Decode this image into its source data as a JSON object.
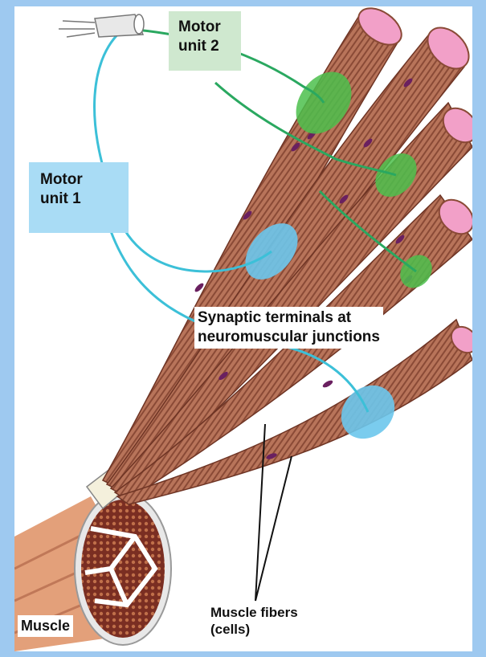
{
  "labels": {
    "motor_unit_2": [
      "Motor",
      "unit 2"
    ],
    "motor_unit_1": [
      "Motor",
      "unit 1"
    ],
    "synaptic": [
      "Synaptic terminals at",
      "neuromuscular junctions"
    ],
    "muscle_fibers": [
      "Muscle fibers",
      "(cells)"
    ],
    "muscle": "Muscle"
  },
  "colors": {
    "frame": "#9ec9f0",
    "fiber": "#b8745a",
    "fiber_stripe": "#8a4a36",
    "fiber_end": "#f2a0c8",
    "motor_unit_1_axon": "#3cc0d8",
    "motor_unit_2_axon": "#2aa860",
    "terminal_1": "#6cc6ec",
    "terminal_2": "#4cbf4c",
    "nucleus": "#6a2060"
  },
  "icons": [
    "nerve-bundle-icon"
  ]
}
